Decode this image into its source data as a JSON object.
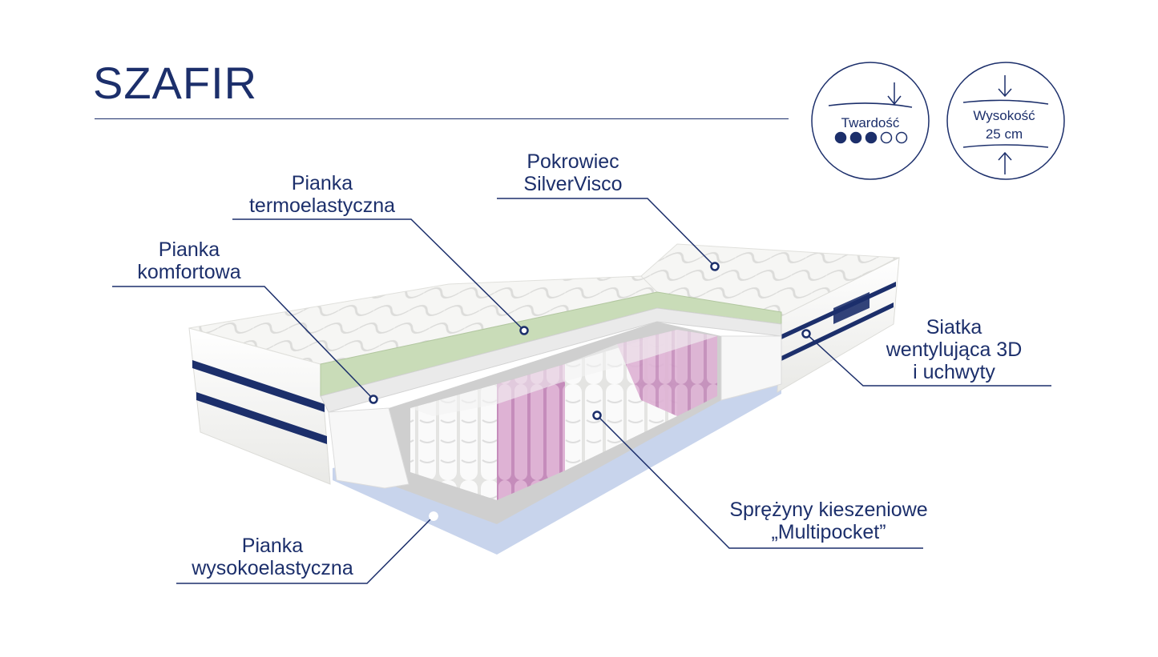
{
  "product": {
    "title": "SZAFIR"
  },
  "badges": {
    "hardness": {
      "label": "Twardość",
      "level": 3,
      "max": 5
    },
    "height": {
      "label": "Wysokość",
      "value": "25 cm"
    }
  },
  "layers": {
    "cover": {
      "line1": "Pokrowiec",
      "line2": "SilverVisco"
    },
    "thermo": {
      "line1": "Pianka",
      "line2": "termoelastyczna"
    },
    "comfort": {
      "line1": "Pianka",
      "line2": "komfortowa"
    },
    "mesh": {
      "line1": "Siatka",
      "line2": "wentylująca 3D",
      "line3": "i uchwyty"
    },
    "springs": {
      "line1": "Sprężyny kieszeniowe",
      "line2": "„Multipocket”"
    },
    "hr_foam": {
      "line1": "Pianka",
      "line2": "wysokoelastyczna"
    }
  },
  "colors": {
    "navy": "#1c2f6b",
    "thermo_foam": "#c9dcb8",
    "base_foam": "#c8d4ec",
    "pink_springs": "#d9a8cf"
  }
}
